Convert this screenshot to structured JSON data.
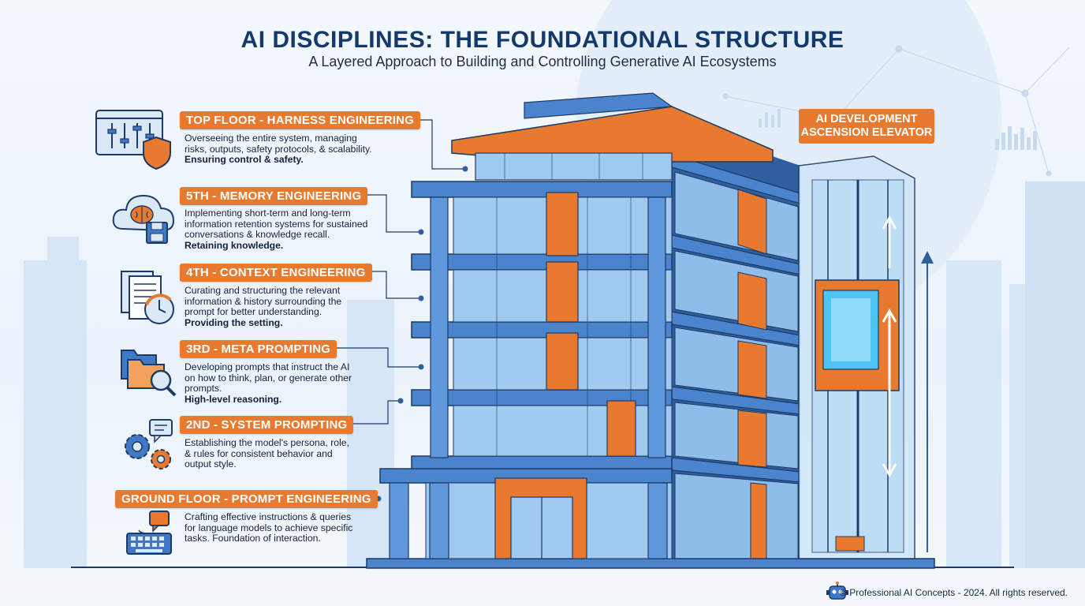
{
  "header": {
    "title": "AI DISCIPLINES: THE FOUNDATIONAL STRUCTURE",
    "subtitle": "A Layered Approach to Building and Controlling Generative AI Ecosystems"
  },
  "floors": [
    {
      "label": "TOP FLOOR - HARNESS ENGINEERING",
      "lines": [
        "Overseeing the entire system, managing",
        "risks, outputs, safety protocols, & scalability."
      ],
      "emphasis": "Ensuring control & safety.",
      "icon": "control-panel-shield-icon"
    },
    {
      "label": "5TH - MEMORY ENGINEERING",
      "lines": [
        "Implementing short-term and long-term",
        "information retention systems for sustained",
        "conversations & knowledge recall."
      ],
      "emphasis": "Retaining knowledge.",
      "icon": "brain-cloud-disk-icon"
    },
    {
      "label": "4TH - CONTEXT ENGINEERING",
      "lines": [
        "Curating and structuring the relevant",
        "information & history surrounding the",
        "prompt for better understanding."
      ],
      "emphasis": "Providing the setting.",
      "icon": "documents-clock-icon"
    },
    {
      "label": "3RD - META PROMPTING",
      "lines": [
        "Developing prompts that instruct the AI",
        "on how to think, plan, or generate other",
        "prompts."
      ],
      "emphasis": "High-level reasoning.",
      "icon": "folders-magnifier-icon"
    },
    {
      "label": "2ND - SYSTEM PROMPTING",
      "lines": [
        "Establishing the model's persona, role,",
        "& rules for consistent behavior and",
        "output style."
      ],
      "emphasis": "",
      "icon": "gears-chat-icon"
    },
    {
      "label": "GROUND FLOOR - PROMPT ENGINEERING",
      "lines": [
        "Crafting effective instructions & queries",
        "for language models to achieve specific",
        "tasks. Foundation of interaction."
      ],
      "emphasis": "",
      "icon": "keyboard-chat-icon"
    }
  ],
  "elevator": {
    "label_line1": "AI DEVELOPMENT",
    "label_line2": "ASCENSION ELEVATOR"
  },
  "footer": {
    "text": "© Professional AI Concepts - 2024. All rights reserved.",
    "icon": "robot-icon"
  },
  "colors": {
    "accent": "#e87a2f",
    "title": "#143a6b",
    "building_blue": "#3f78c4",
    "glass": "#9fc9ee"
  }
}
